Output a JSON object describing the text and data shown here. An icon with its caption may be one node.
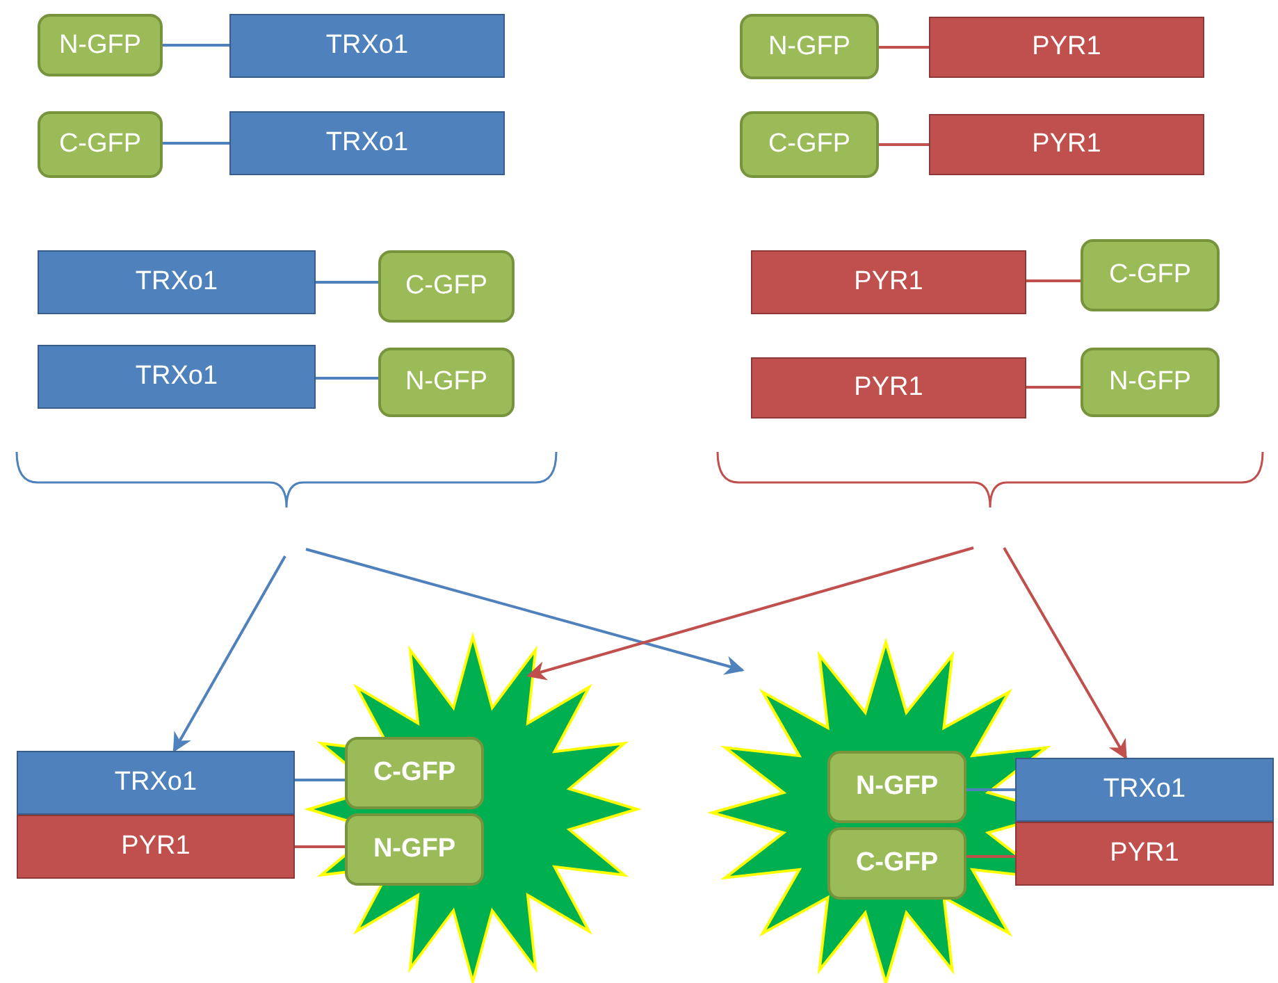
{
  "diagram": {
    "nodes": [
      {
        "text": [
          "N-GFP"
        ]
      },
      {
        "text": [
          "TRXo1"
        ]
      },
      {
        "text": [
          "N-GFP"
        ]
      },
      {
        "text": [
          "PYR1"
        ]
      },
      {
        "text": [
          "C-GFP"
        ]
      },
      {
        "text": [
          "TRXo1"
        ]
      },
      {
        "text": [
          "C-GFP"
        ]
      },
      {
        "text": [
          "PYR1"
        ]
      },
      {
        "text": [
          "TRXo1"
        ]
      },
      {
        "text": [
          "C-GFP"
        ]
      },
      {
        "text": [
          "PYR1"
        ]
      },
      {
        "text": [
          "C-GFP"
        ]
      },
      {
        "text": [
          "TRXo1"
        ]
      },
      {
        "text": [
          "N-GFP"
        ]
      },
      {
        "text": [
          "PYR1"
        ]
      },
      {
        "text": [
          "N-GFP"
        ]
      },
      {
        "text": [
          "TRXo1"
        ]
      },
      {
        "text": [
          "PYR1"
        ]
      },
      {
        "text": [],
        "shape": "star"
      },
      {
        "text": [
          "C-GFP"
        ],
        "in": 18
      },
      {
        "text": [
          "N-GFP"
        ],
        "in": 18
      },
      {
        "text": [],
        "shape": "star"
      },
      {
        "text": [
          "N-GFP"
        ],
        "in": 21
      },
      {
        "text": [
          "C-GFP"
        ],
        "in": 21
      },
      {
        "text": [
          "TRXo1"
        ]
      },
      {
        "text": [
          "PYR1"
        ]
      }
    ],
    "edges": [
      {
        "from": 0,
        "to": 1,
        "arrow": "none",
        "color": "#4f81bd"
      },
      {
        "from": 2,
        "to": 3,
        "arrow": "none",
        "color": "#c0504d"
      },
      {
        "from": 4,
        "to": 5,
        "arrow": "none",
        "color": "#4f81bd"
      },
      {
        "from": 6,
        "to": 7,
        "arrow": "none",
        "color": "#c0504d"
      },
      {
        "from": 8,
        "to": 9,
        "arrow": "none",
        "color": "#4f81bd"
      },
      {
        "from": 10,
        "to": 11,
        "arrow": "none",
        "color": "#c0504d"
      },
      {
        "from": 12,
        "to": 13,
        "arrow": "none",
        "color": "#4f81bd"
      },
      {
        "from": 14,
        "to": 15,
        "arrow": "none",
        "color": "#c0504d"
      },
      {
        "from": 16,
        "to": 19,
        "arrow": "none",
        "color": "#4f81bd"
      },
      {
        "from": 17,
        "to": 20,
        "arrow": "none",
        "color": "#c0504d"
      },
      {
        "from": 22,
        "to": 24,
        "arrow": "none",
        "color": "#4f81bd"
      },
      {
        "from": 23,
        "to": 25,
        "arrow": "none",
        "color": "#c0504d"
      },
      {
        "from": null,
        "to": 16,
        "arrow": "to",
        "color": "#4f81bd"
      },
      {
        "from": null,
        "to": 21,
        "arrow": "to",
        "color": "#4f81bd"
      },
      {
        "from": null,
        "to": 18,
        "arrow": "to",
        "color": "#c0504d"
      },
      {
        "from": null,
        "to": 24,
        "arrow": "to",
        "color": "#c0504d"
      }
    ]
  }
}
